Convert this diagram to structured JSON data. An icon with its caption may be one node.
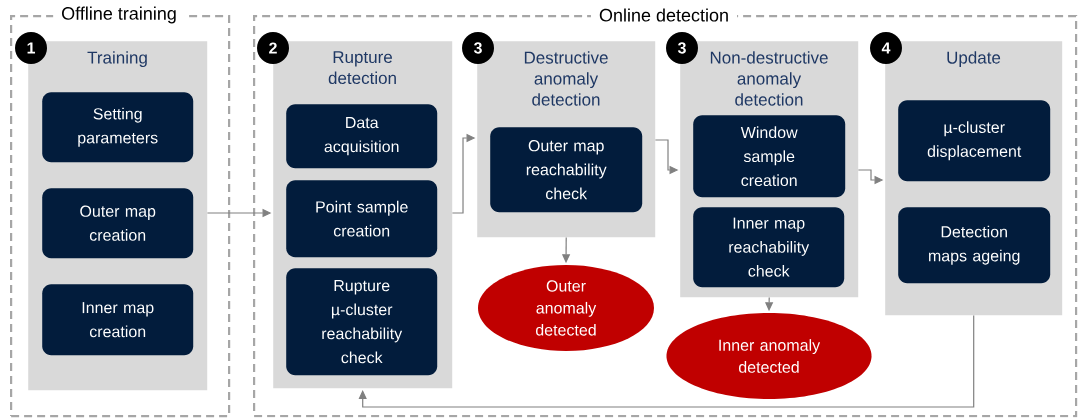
{
  "diagram": {
    "nodes": [
      {
        "text": [
          "Offline training"
        ]
      },
      {
        "text": [
          "Online detection"
        ]
      },
      {
        "text": [
          "1"
        ],
        "in": 0
      },
      {
        "text": [
          "Training"
        ],
        "in": 0
      },
      {
        "text": [
          "Setting parameters"
        ],
        "in": 3
      },
      {
        "text": [
          "Outer map creation"
        ],
        "in": 3
      },
      {
        "text": [
          "Inner map creation"
        ],
        "in": 3
      },
      {
        "text": [
          "2"
        ],
        "in": 1
      },
      {
        "text": [
          "Rupture detection"
        ],
        "in": 1
      },
      {
        "text": [
          "Data acquisition"
        ],
        "in": 8
      },
      {
        "text": [
          "Point sample creation"
        ],
        "in": 8
      },
      {
        "text": [
          "Rupture µ-cluster reachability check"
        ],
        "in": 8
      },
      {
        "text": [
          "3"
        ],
        "in": 1
      },
      {
        "text": [
          "Destructive anomaly detection"
        ],
        "in": 1
      },
      {
        "text": [
          "Outer map reachability check"
        ],
        "in": 13
      },
      {
        "text": [
          "Outer anomaly detected"
        ],
        "in": 1
      },
      {
        "text": [
          "3"
        ],
        "in": 1
      },
      {
        "text": [
          "Non-destructive anomaly detection"
        ],
        "in": 1
      },
      {
        "text": [
          "Window sample creation"
        ],
        "in": 17
      },
      {
        "text": [
          "Inner map reachability check"
        ],
        "in": 17
      },
      {
        "text": [
          "Inner anomaly detected"
        ],
        "in": 1
      },
      {
        "text": [
          "4"
        ],
        "in": 1
      },
      {
        "text": [
          "Update"
        ],
        "in": 1
      },
      {
        "text": [
          "µ-cluster displacement"
        ],
        "in": 22
      },
      {
        "text": [
          "Detection maps ageing"
        ],
        "in": 22
      }
    ],
    "edges": [
      {
        "from": 3,
        "to": 8,
        "arrow": "to"
      },
      {
        "from": 8,
        "to": 13,
        "arrow": "to"
      },
      {
        "from": 13,
        "to": 15,
        "arrow": "to"
      },
      {
        "from": 13,
        "to": 17,
        "arrow": "to"
      },
      {
        "from": 17,
        "to": 20,
        "arrow": "to"
      },
      {
        "from": 17,
        "to": 22,
        "arrow": "to"
      },
      {
        "from": 22,
        "to": 8,
        "arrow": "to"
      }
    ]
  }
}
